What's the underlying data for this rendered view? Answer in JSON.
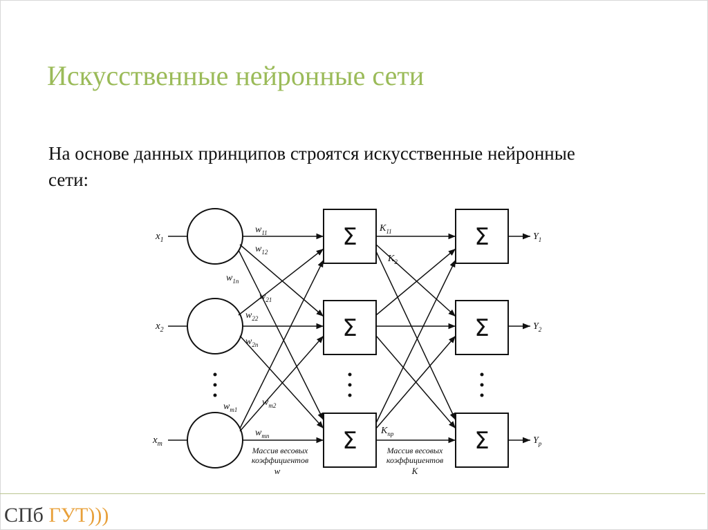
{
  "slide": {
    "title": "Искусственные нейронные сети",
    "body": "На основе данных принципов строятся искусственные нейронные сети:"
  },
  "diagram": {
    "inputs": [
      "x1",
      "x2",
      "xm"
    ],
    "input_labels": [
      {
        "base": "x",
        "sub": "1"
      },
      {
        "base": "x",
        "sub": "2"
      },
      {
        "base": "x",
        "sub": "m"
      }
    ],
    "weights_w": [
      {
        "base": "w",
        "sub": "11"
      },
      {
        "base": "w",
        "sub": "12"
      },
      {
        "base": "w",
        "sub": "1n"
      },
      {
        "base": "w",
        "sub": "21"
      },
      {
        "base": "w",
        "sub": "22"
      },
      {
        "base": "w",
        "sub": "2n"
      },
      {
        "base": "w",
        "sub": "m1"
      },
      {
        "base": "w",
        "sub": "m2"
      },
      {
        "base": "w",
        "sub": "mn"
      }
    ],
    "weights_k": [
      {
        "base": "K",
        "sub": "11"
      },
      {
        "base": "K",
        "sub": "2"
      },
      {
        "base": "K",
        "sub": "np"
      }
    ],
    "outputs": [
      {
        "base": "Y",
        "sub": "1"
      },
      {
        "base": "Y",
        "sub": "2"
      },
      {
        "base": "Y",
        "sub": "p"
      }
    ],
    "sum_symbol": "Σ",
    "caption_w": [
      "Массив весовых",
      "коэффициентов",
      "w"
    ],
    "caption_k": [
      "Массив весовых",
      "коэффициентов",
      "K"
    ]
  },
  "footer": {
    "logo_left": "СПб",
    "logo_right": "ГУТ",
    "logo_waves": ")))"
  },
  "colors": {
    "title": "#9bbb59",
    "footer_line": "#b9c58f",
    "logo_accent": "#e8a03a"
  }
}
